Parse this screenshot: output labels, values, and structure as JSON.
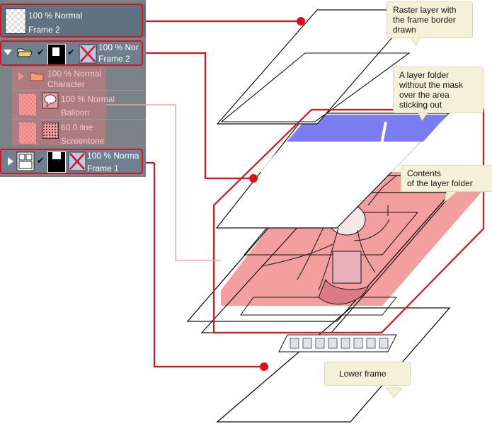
{
  "layers_panel": {
    "frame2_raster": {
      "line1": "100 % Normal",
      "line2": "Frame 2"
    },
    "frame2_folder": {
      "line1": "100 % Nor",
      "line2": "Frame 2"
    },
    "character": {
      "line1": "100 % Normal",
      "line2": "Character"
    },
    "balloon": {
      "line1": "100 % Normal",
      "line2": "Balloon"
    },
    "screentone": {
      "line1": "60.0 line",
      "line2": "Screentone"
    },
    "frame1_folder": {
      "line1": "100 % Norma",
      "line2": "Frame 1"
    }
  },
  "callouts": {
    "raster": [
      "Raster layer with",
      "the frame border",
      "drawn"
    ],
    "folder": [
      "A layer folder",
      "without the mask",
      "over the area",
      "sticking out"
    ],
    "contents": [
      "Contents",
      "of the layer folder"
    ],
    "lower": [
      "Lower frame"
    ]
  },
  "colors": {
    "red": "#e0101a",
    "panel": "#7b8288",
    "highlight": "#6f7f8f",
    "pink": "#f39a9a",
    "sky": "#7a7cf2",
    "callout": "#f4f1d9"
  }
}
